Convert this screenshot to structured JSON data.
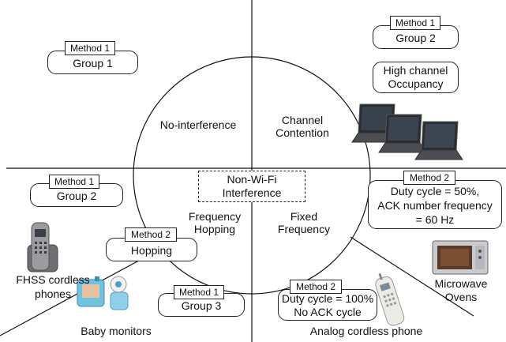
{
  "quadrants": {
    "top_left": "No-interference",
    "top_right_line1": "Channel",
    "top_right_line2": "Contention",
    "center_line1": "Non-Wi-Fi",
    "center_line2": "Interference",
    "bottom_left_line1": "Frequency",
    "bottom_left_line2": "Hopping",
    "bottom_right_line1": "Fixed",
    "bottom_right_line2": "Frequency"
  },
  "boxes": {
    "top_left_group": {
      "method": "Method 1",
      "text": "Group 1"
    },
    "top_right_group": {
      "method": "Method 1",
      "text": "Group 2"
    },
    "top_right_occupancy": {
      "line1": "High channel",
      "line2": "Occupancy"
    },
    "left_group": {
      "method": "Method 1",
      "text": "Group 2"
    },
    "hopping": {
      "method": "Method 2",
      "text": "Hopping"
    },
    "bottom_group": {
      "method": "Method 1",
      "text": "Group 3"
    },
    "duty100": {
      "method": "Method 2",
      "line1": "Duty cycle = 100%",
      "line2": "No ACK cycle"
    },
    "duty50": {
      "method": "Method 2",
      "line1": "Duty cycle = 50%,",
      "line2": "ACK number frequency",
      "line3": "= 60 Hz"
    }
  },
  "devices": {
    "fhss_line1": "FHSS cordless",
    "fhss_line2": "phones",
    "baby": "Baby monitors",
    "analog": "Analog cordless phone",
    "microwave_line1": "Microwave",
    "microwave_line2": "Ovens"
  }
}
